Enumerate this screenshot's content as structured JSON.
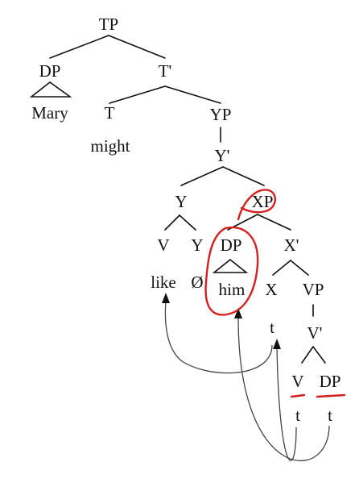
{
  "tree": {
    "nodes": [
      {
        "id": "tp",
        "label": "TP"
      },
      {
        "id": "dp-subj",
        "label": "DP"
      },
      {
        "id": "t-bar",
        "label": "T'"
      },
      {
        "id": "mary",
        "label": "Mary"
      },
      {
        "id": "t-head",
        "label": "T"
      },
      {
        "id": "yp",
        "label": "YP"
      },
      {
        "id": "might",
        "label": "might"
      },
      {
        "id": "y-bar",
        "label": "Y'"
      },
      {
        "id": "y-complex",
        "label": "Y"
      },
      {
        "id": "xp",
        "label": "XP"
      },
      {
        "id": "v-moved",
        "label": "V"
      },
      {
        "id": "y-head",
        "label": "Y"
      },
      {
        "id": "dp-obj",
        "label": "DP"
      },
      {
        "id": "x-bar",
        "label": "X'"
      },
      {
        "id": "like",
        "label": "like"
      },
      {
        "id": "null-y",
        "label": "Ø"
      },
      {
        "id": "him",
        "label": "him"
      },
      {
        "id": "x-head",
        "label": "X"
      },
      {
        "id": "vp",
        "label": "VP"
      },
      {
        "id": "trace-x",
        "label": "t"
      },
      {
        "id": "v-bar",
        "label": "V'"
      },
      {
        "id": "v-head",
        "label": "V"
      },
      {
        "id": "dp-low",
        "label": "DP"
      },
      {
        "id": "trace-v",
        "label": "t"
      },
      {
        "id": "trace-dp",
        "label": "t"
      }
    ]
  },
  "colors": {
    "ink": "#111111",
    "annotation": "#d42020",
    "arrow": "#444444"
  }
}
